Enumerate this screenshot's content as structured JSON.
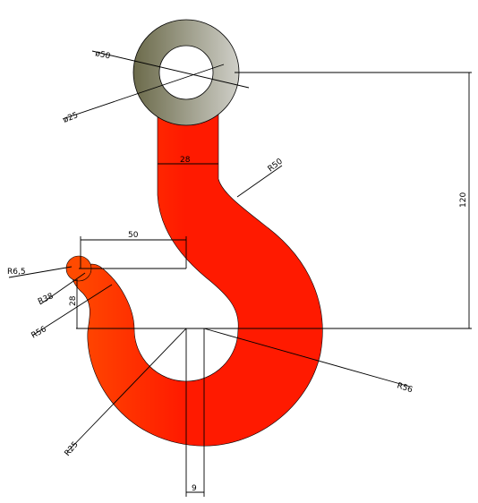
{
  "diagram": {
    "colors": {
      "hook_red": "#ff1a00",
      "hook_orange": "#ff4a00",
      "ring_dark": "#6b6a4a",
      "ring_light": "#cfcfc8",
      "line": "#000000",
      "background": "#ffffff"
    },
    "dimensions": {
      "eye_outer": "ø50",
      "eye_inner": "ø25",
      "shank_width": "28",
      "outer_curve": "R50",
      "vertical_height": "120",
      "tip_offset": "50",
      "tip_radius": "R6,5",
      "r38": "R38",
      "r56_left": "R56",
      "tip_height": "28",
      "r56_right": "R56",
      "r25": "R25",
      "center_offset": "9"
    }
  }
}
